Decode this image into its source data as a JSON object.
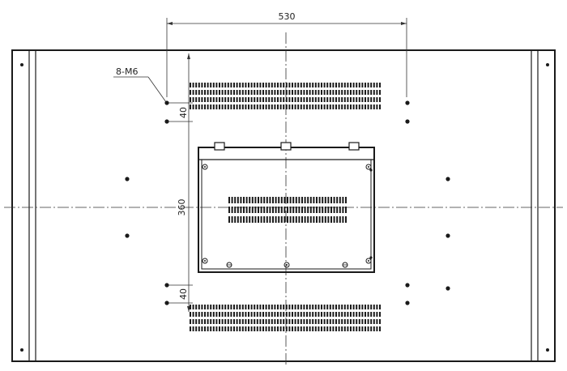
{
  "drawing": {
    "dimensions": {
      "width_label": "530",
      "height_label": "360",
      "top_spacing_label": "40",
      "bottom_spacing_label": "40"
    },
    "callouts": {
      "hole_spec": "8-M6"
    },
    "colors": {
      "line": "#1a1a1a",
      "background": "#ffffff"
    }
  }
}
